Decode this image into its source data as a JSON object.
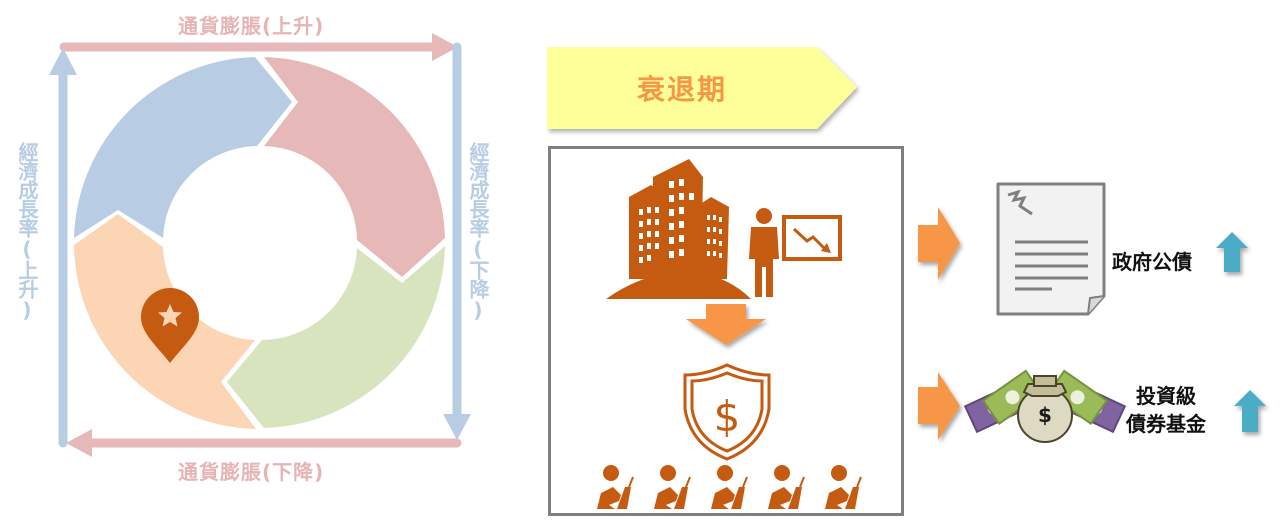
{
  "cycle_diagram": {
    "top_axis_label": "通貨膨脹(上升)",
    "bottom_axis_label": "通貨膨脹(下降)",
    "left_axis_label": "經濟成長率(上升)",
    "right_axis_label": "經濟成長率(下降)",
    "segments": [
      {
        "name": "top-left",
        "color": "#b8cce4"
      },
      {
        "name": "top-right",
        "color": "#e6b9b8"
      },
      {
        "name": "bottom-right",
        "color": "#d7e4bd"
      },
      {
        "name": "bottom-left",
        "color": "#fcd5b5"
      }
    ],
    "marker": {
      "icon": "location-star-pin",
      "color": "#c55a11",
      "position": "bottom-left segment"
    },
    "colors": {
      "inflation_axis": "#e6b9b8",
      "growth_axis": "#b8cce4"
    }
  },
  "stage": {
    "title": "衰退期",
    "banner_color": "#ffff99",
    "title_color": "#f79646"
  },
  "stage_box": {
    "icons": [
      "buildings-icon",
      "businessman-chart-down-icon",
      "down-arrow-icon",
      "shield-dollar-icon",
      "seated-people-icon"
    ],
    "people_count": 5,
    "icon_color": "#c55a11"
  },
  "outcomes": [
    {
      "label": "政府公債",
      "icon": "document-icon",
      "trend": "up"
    },
    {
      "label_line1": "投資級",
      "label_line2": "債券基金",
      "icon": "money-bag-icon",
      "trend": "up"
    }
  ],
  "colors": {
    "flow_arrow": "#f79646",
    "trend_up_arrow": "#4bacc6"
  }
}
